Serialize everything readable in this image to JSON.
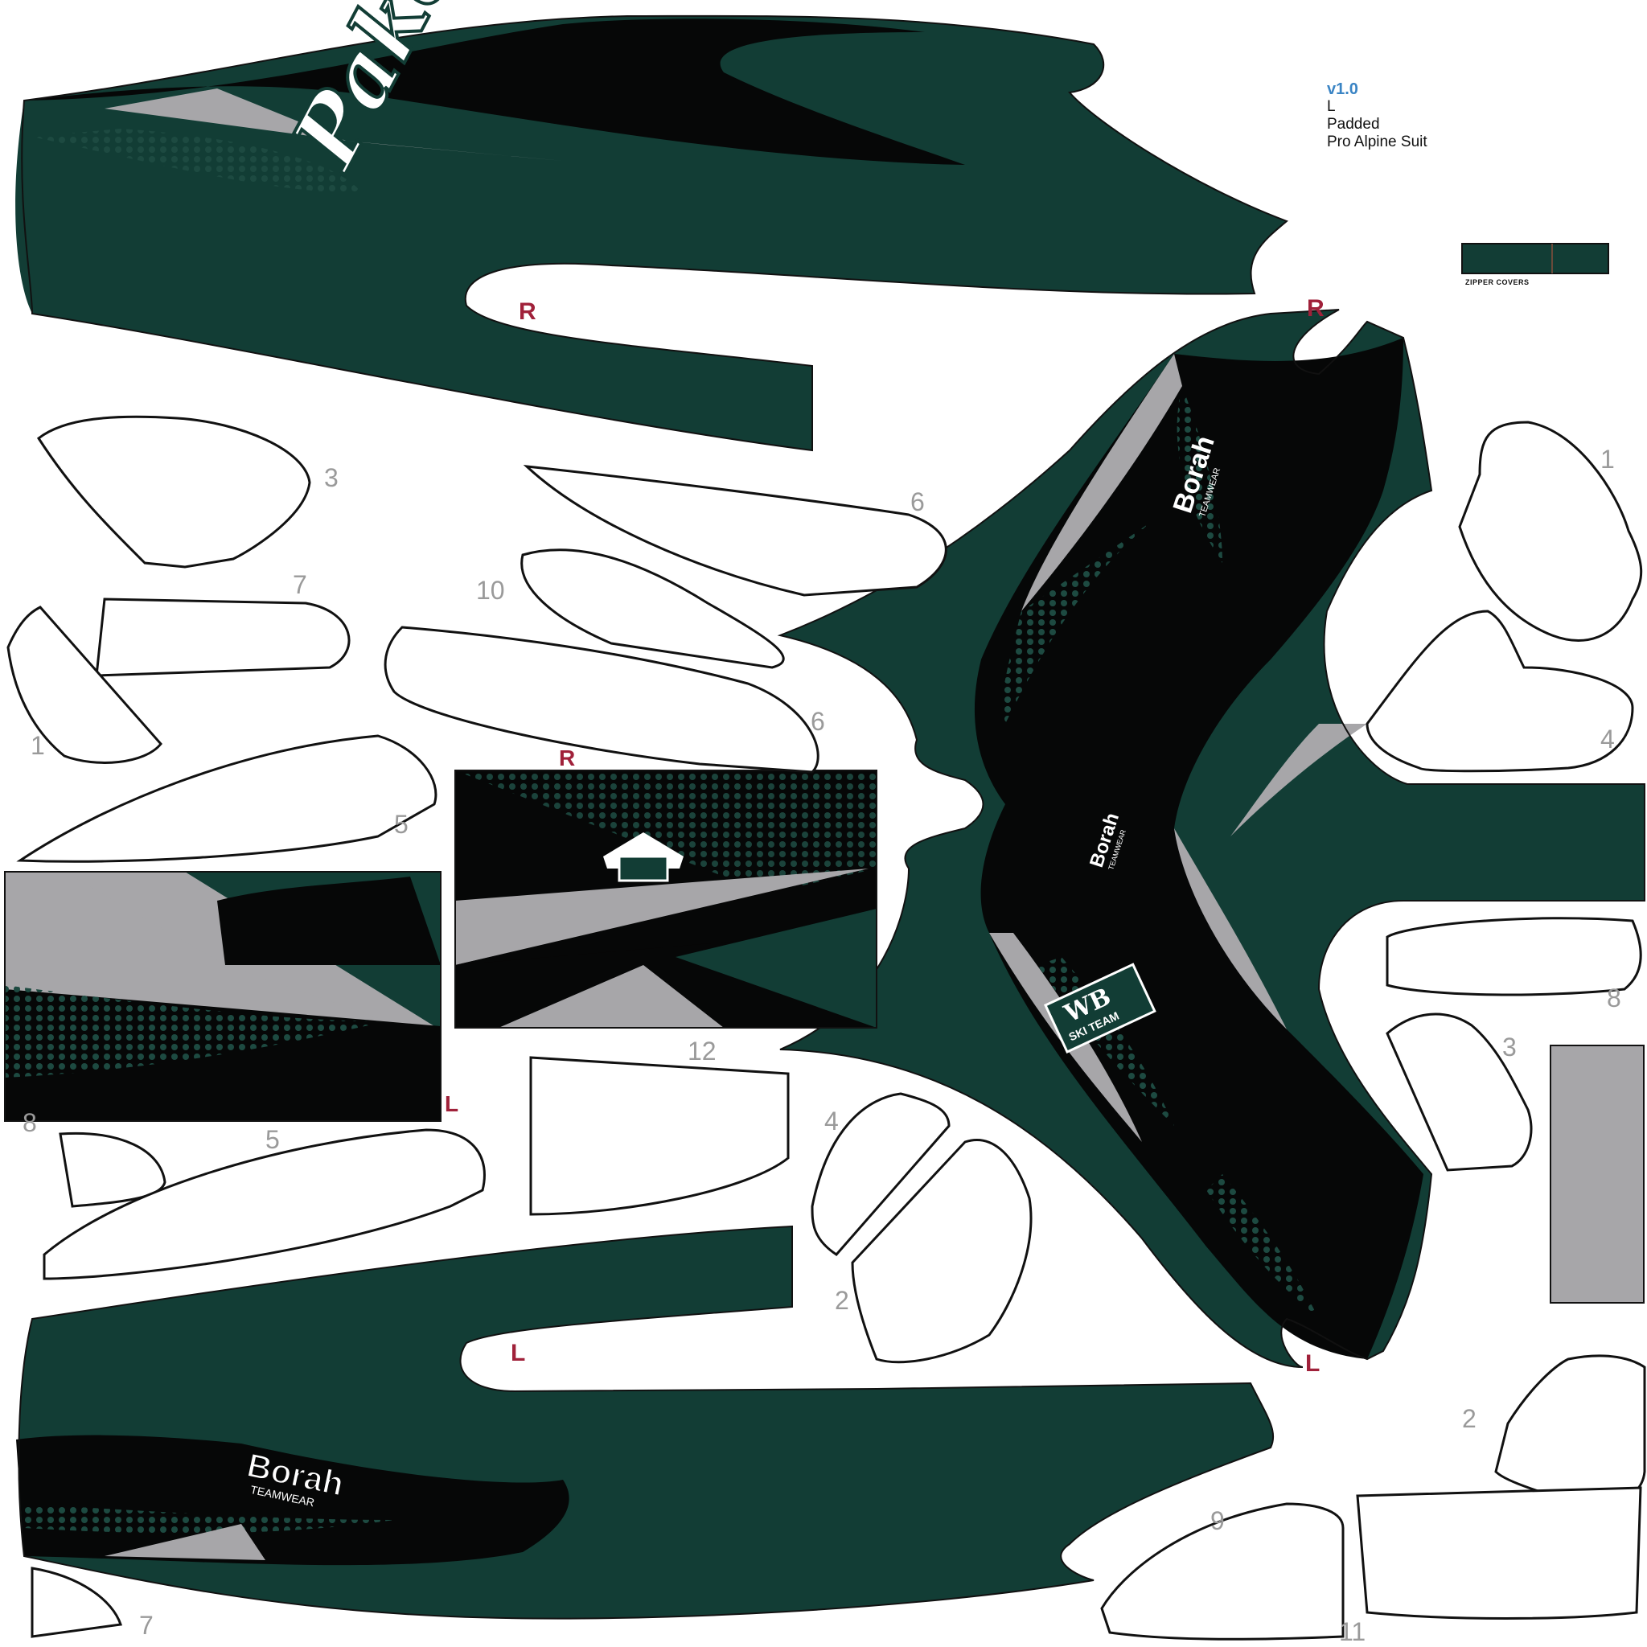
{
  "spec": {
    "version": "v1.0",
    "size": "L",
    "padding": "Padded",
    "product": "Pro Alpine Suit"
  },
  "zipper_label": "ZIPPER COVERS",
  "brand": {
    "name": "Borah",
    "sub": "TEAMWEAR",
    "team_badge": "WB",
    "team_badge_sub": "SKI TEAM",
    "sleeve_script": "Pakera"
  },
  "side_markers": {
    "right": "R",
    "left": "L"
  },
  "pad_numbers": [
    "1",
    "2",
    "3",
    "4",
    "5",
    "6",
    "7",
    "8",
    "9",
    "10",
    "11",
    "12"
  ],
  "colors": {
    "green": "#123d35",
    "black": "#060707",
    "gray": "#a7a6a9",
    "marker": "#a0213a",
    "pad_outline": "#111111",
    "pad_text": "#9a9a9a"
  }
}
